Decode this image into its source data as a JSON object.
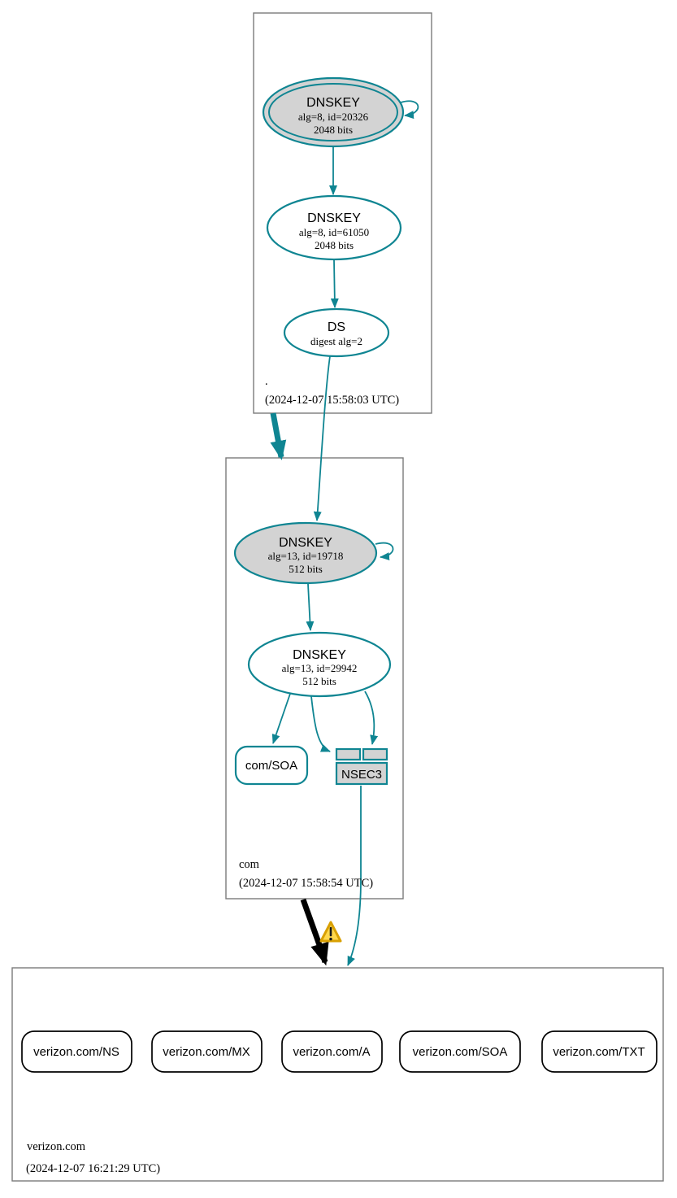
{
  "colors": {
    "secure": "#0f8592",
    "node_fill_gray": "#d3d3d3",
    "node_fill_white": "#ffffff",
    "black": "#000000",
    "zone_border": "#7a7a7a",
    "warning_fill": "#ffd84d",
    "warning_border": "#d9a002",
    "background": "#ffffff"
  },
  "root_zone": {
    "label": ".",
    "timestamp": "(2024-12-07 15:58:03 UTC)",
    "ksk": {
      "type": "DNSKEY",
      "detail": "alg=8, id=20326",
      "size": "2048 bits"
    },
    "zsk": {
      "type": "DNSKEY",
      "detail": "alg=8, id=61050",
      "size": "2048 bits"
    },
    "ds": {
      "type": "DS",
      "detail": "digest alg=2"
    }
  },
  "com_zone": {
    "label": "com",
    "timestamp": "(2024-12-07 15:58:54 UTC)",
    "ksk": {
      "type": "DNSKEY",
      "detail": "alg=13, id=19718",
      "size": "512 bits"
    },
    "zsk": {
      "type": "DNSKEY",
      "detail": "alg=13, id=29942",
      "size": "512 bits"
    },
    "soa": {
      "label": "com/SOA"
    },
    "nsec3": {
      "label": "NSEC3"
    }
  },
  "verizon_zone": {
    "label": "verizon.com",
    "timestamp": "(2024-12-07 16:21:29 UTC)",
    "rrsets": [
      {
        "label": "verizon.com/NS"
      },
      {
        "label": "verizon.com/MX"
      },
      {
        "label": "verizon.com/A"
      },
      {
        "label": "verizon.com/SOA"
      },
      {
        "label": "verizon.com/TXT"
      }
    ]
  }
}
